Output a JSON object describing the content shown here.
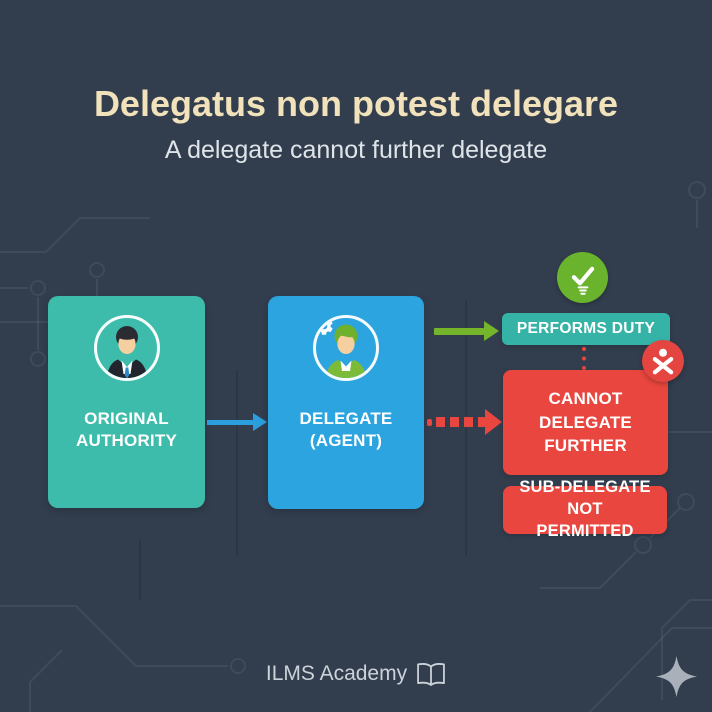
{
  "header": {
    "title": "Delegatus non potest delegare",
    "subtitle": "A delegate cannot further delegate"
  },
  "diagram": {
    "original_authority": {
      "label": "ORIGINAL AUTHORITY",
      "icon": "businessman-icon"
    },
    "delegate": {
      "label": "DELEGATE (AGENT)",
      "icon": "agent-with-gear-icon"
    },
    "performs_duty": {
      "label": "PERFORMS DUTY",
      "badge_icon": "approved-check-icon"
    },
    "cannot_delegate": {
      "label": "CANNOT DELEGATE FURTHER",
      "badge_icon": "no-person-icon"
    },
    "sub_delegate": {
      "label": "SUB-DELEGATE NOT PERMITTED"
    },
    "arrows": {
      "authority_to_delegate": "solid-blue-arrow",
      "delegate_to_performs_duty": "solid-green-arrow",
      "delegate_to_cannot_delegate": "dashed-red-arrow",
      "performs_duty_to_cannot_delegate": "dotted-red-connector"
    }
  },
  "footer": {
    "brand": "ILMS Academy",
    "brand_icon": "open-book-icon",
    "decoration": "sparkle-icon"
  },
  "colors": {
    "background": "#323E4E",
    "title": "#F2E2BB",
    "subtitle": "#DFE4E9",
    "teal_box": "#3DBCAB",
    "blue_box": "#2BA4DF",
    "red_box": "#E8463E",
    "green_accent": "#6AB32D",
    "blue_arrow": "#2B9FDD",
    "box_text": "#FFFFFF",
    "footer_text": "#CCD2D9"
  }
}
